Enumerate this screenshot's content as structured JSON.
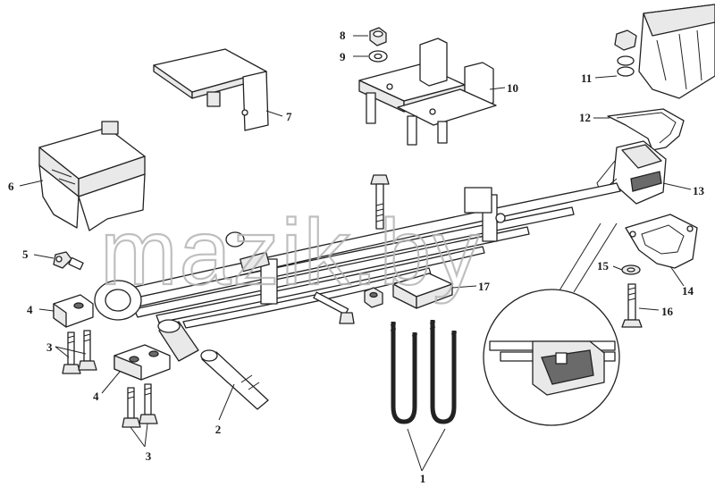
{
  "watermark": "mazik.by",
  "callouts": {
    "c1": "1",
    "c2": "2",
    "c3a": "3",
    "c3b": "3",
    "c4a": "4",
    "c4b": "4",
    "c5": "5",
    "c6": "6",
    "c7": "7",
    "c8": "8",
    "c9": "9",
    "c10": "10",
    "c11": "11",
    "c12": "12",
    "c13": "13",
    "c14": "14",
    "c15": "15",
    "c16": "16",
    "c17": "17"
  }
}
